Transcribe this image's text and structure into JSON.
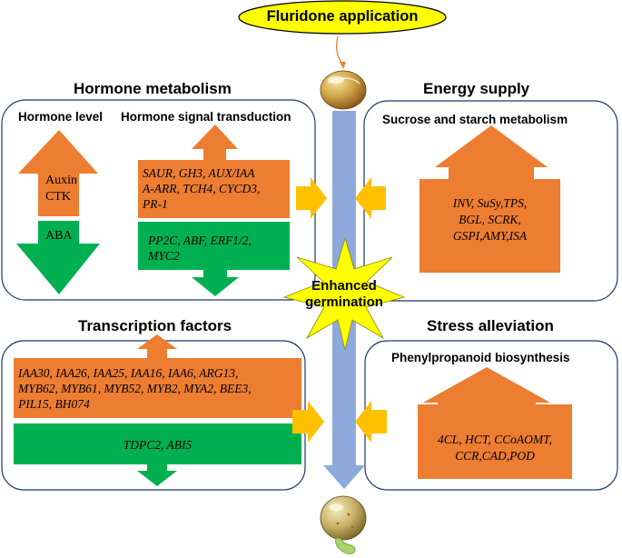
{
  "title": "Fluridone application",
  "center_label": [
    "Enhanced",
    "germination"
  ],
  "hormone_metabolism": {
    "title": "Hormone metabolism",
    "level_title": "Hormone level",
    "signal_title": "Hormone signal transduction",
    "up_hormones": [
      "Auxin",
      "CTK"
    ],
    "down_hormones": [
      "ABA"
    ],
    "up_genes": [
      "SAUR, GH3, AUX/IAA",
      "A-ARR, TCH4, CYCD3,",
      "PR-1"
    ],
    "down_genes": [
      "PP2C, ABF, ERF1/2,",
      "MYC2"
    ]
  },
  "energy_supply": {
    "title": "Energy supply",
    "subtitle": "Sucrose and starch metabolism",
    "up_genes": [
      "INV, SuSy,TPS,",
      "BGL, SCRK,",
      "GSPI,AMY,ISA"
    ]
  },
  "transcription_factors": {
    "title": "Transcription factors",
    "up_genes": [
      "IAA30, IAA26, IAA25, IAA16, IAA6, ARG13,",
      "MYB62, MYB61, MYB52, MYB2, MYA2, BEE3,",
      "PIL15, BH074"
    ],
    "down_genes": [
      "TDPC2, ABI5"
    ]
  },
  "stress_alleviation": {
    "title": "Stress alleviation",
    "subtitle": "Phenylpropanoid biosynthesis",
    "up_genes": [
      "4CL, HCT, CCoAOMT,",
      "CCR,CAD,POD"
    ]
  },
  "colors": {
    "up": "#ED7D31",
    "down": "#00B050",
    "arrow": "#FFC000",
    "stem": "#8EA9DB",
    "burst": "#FFFF00",
    "title_fill": "#FFFF00"
  }
}
